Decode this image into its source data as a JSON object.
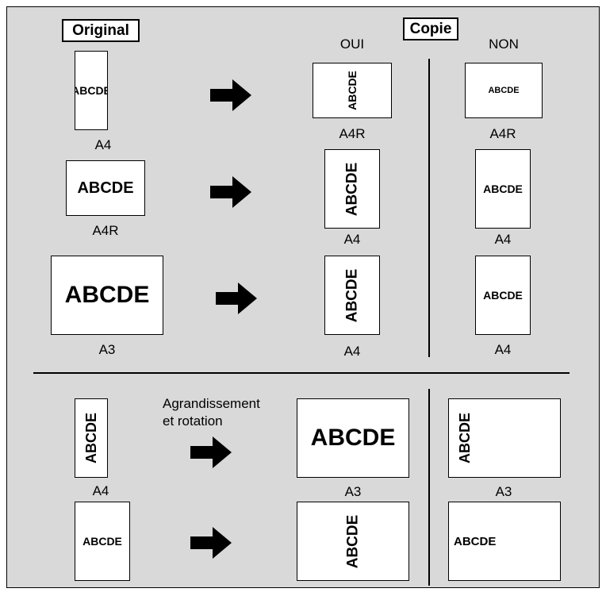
{
  "headers": {
    "original": "Original",
    "copy": "Copie"
  },
  "columns": {
    "yes": "OUI",
    "no": "NON"
  },
  "note": {
    "line1": "Agrandissement",
    "line2": "et rotation"
  },
  "paper_text": "ABCDE",
  "sizes": {
    "row1_orig": "A4",
    "row1_yes": "A4R",
    "row1_no": "A4R",
    "row2_orig": "A4R",
    "row2_yes": "A4",
    "row2_no": "A4",
    "row3_orig": "A3",
    "row3_yes": "A4",
    "row3_no": "A4",
    "row4_orig": "A4",
    "row4_yes": "A3",
    "row4_no": "A3"
  }
}
